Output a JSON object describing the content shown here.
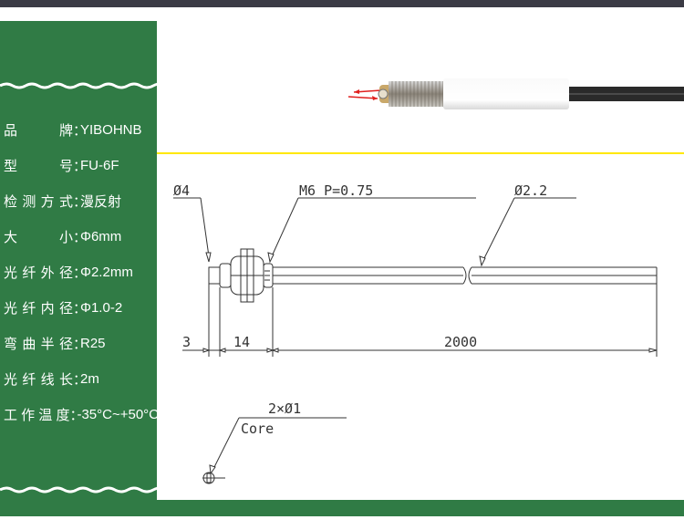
{
  "specs": [
    {
      "label": "品牌",
      "value": "YIBOHNB"
    },
    {
      "label": "型号",
      "value": "FU-6F"
    },
    {
      "label": "检测方式",
      "value": "漫反射"
    },
    {
      "label": "大小",
      "value": "Φ6mm"
    },
    {
      "label": "光纤外径",
      "value": "Φ2.2mm"
    },
    {
      "label": "光纤内径",
      "value": "Φ1.0-2"
    },
    {
      "label": "弯曲半径",
      "value": "R25"
    },
    {
      "label": "光纤线长",
      "value": "2m"
    },
    {
      "label": "工作温度",
      "value": "-35°C~+50°C"
    }
  ],
  "colon": "：",
  "drawing": {
    "head_diameter": "Ø4",
    "thread": "M6  P=0.75",
    "fiber_diameter": "Ø2.2",
    "dim_3": "3",
    "dim_14": "14",
    "dim_2000": "2000",
    "core_count": "2×Ø1",
    "core_label": "Core"
  },
  "colors": {
    "panel_green": "#307b45",
    "divider_yellow": "#ffe800",
    "top_bar": "#3b3b45"
  }
}
